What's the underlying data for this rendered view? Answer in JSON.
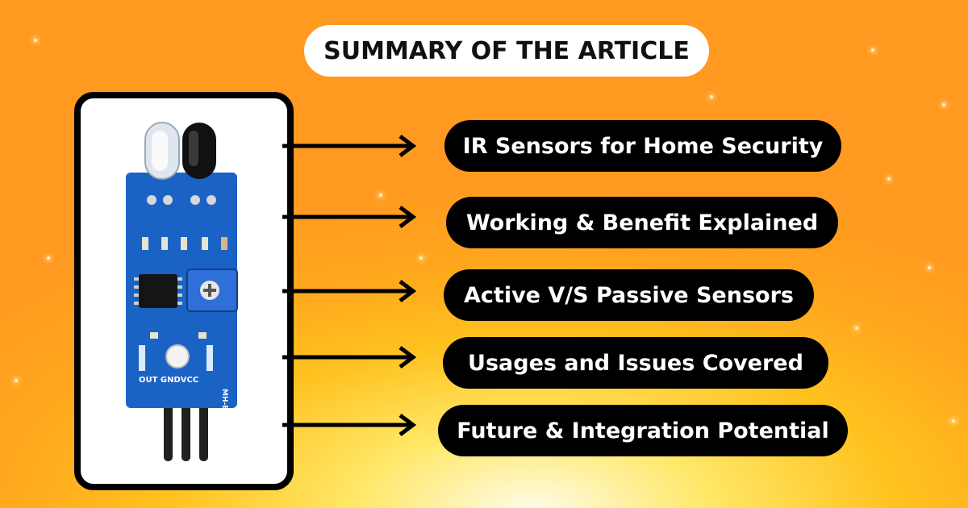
{
  "title": "SUMMARY OF THE ARTICLE",
  "summary_items": [
    "IR Sensors for Home Security",
    "Working & Benefit Explained",
    "Active V/S Passive Sensors",
    "Usages and Issues Covered",
    "Future & Integration Potential"
  ],
  "sensor_board": {
    "pin_labels": "OUT GNDVCC",
    "model_label": "MH-B"
  },
  "colors": {
    "pill_background": "#000000",
    "pill_text": "#ffffff",
    "board_blue": "#1a63c4",
    "background_orange": "#ffa51d",
    "background_yellow": "#ffe869"
  }
}
